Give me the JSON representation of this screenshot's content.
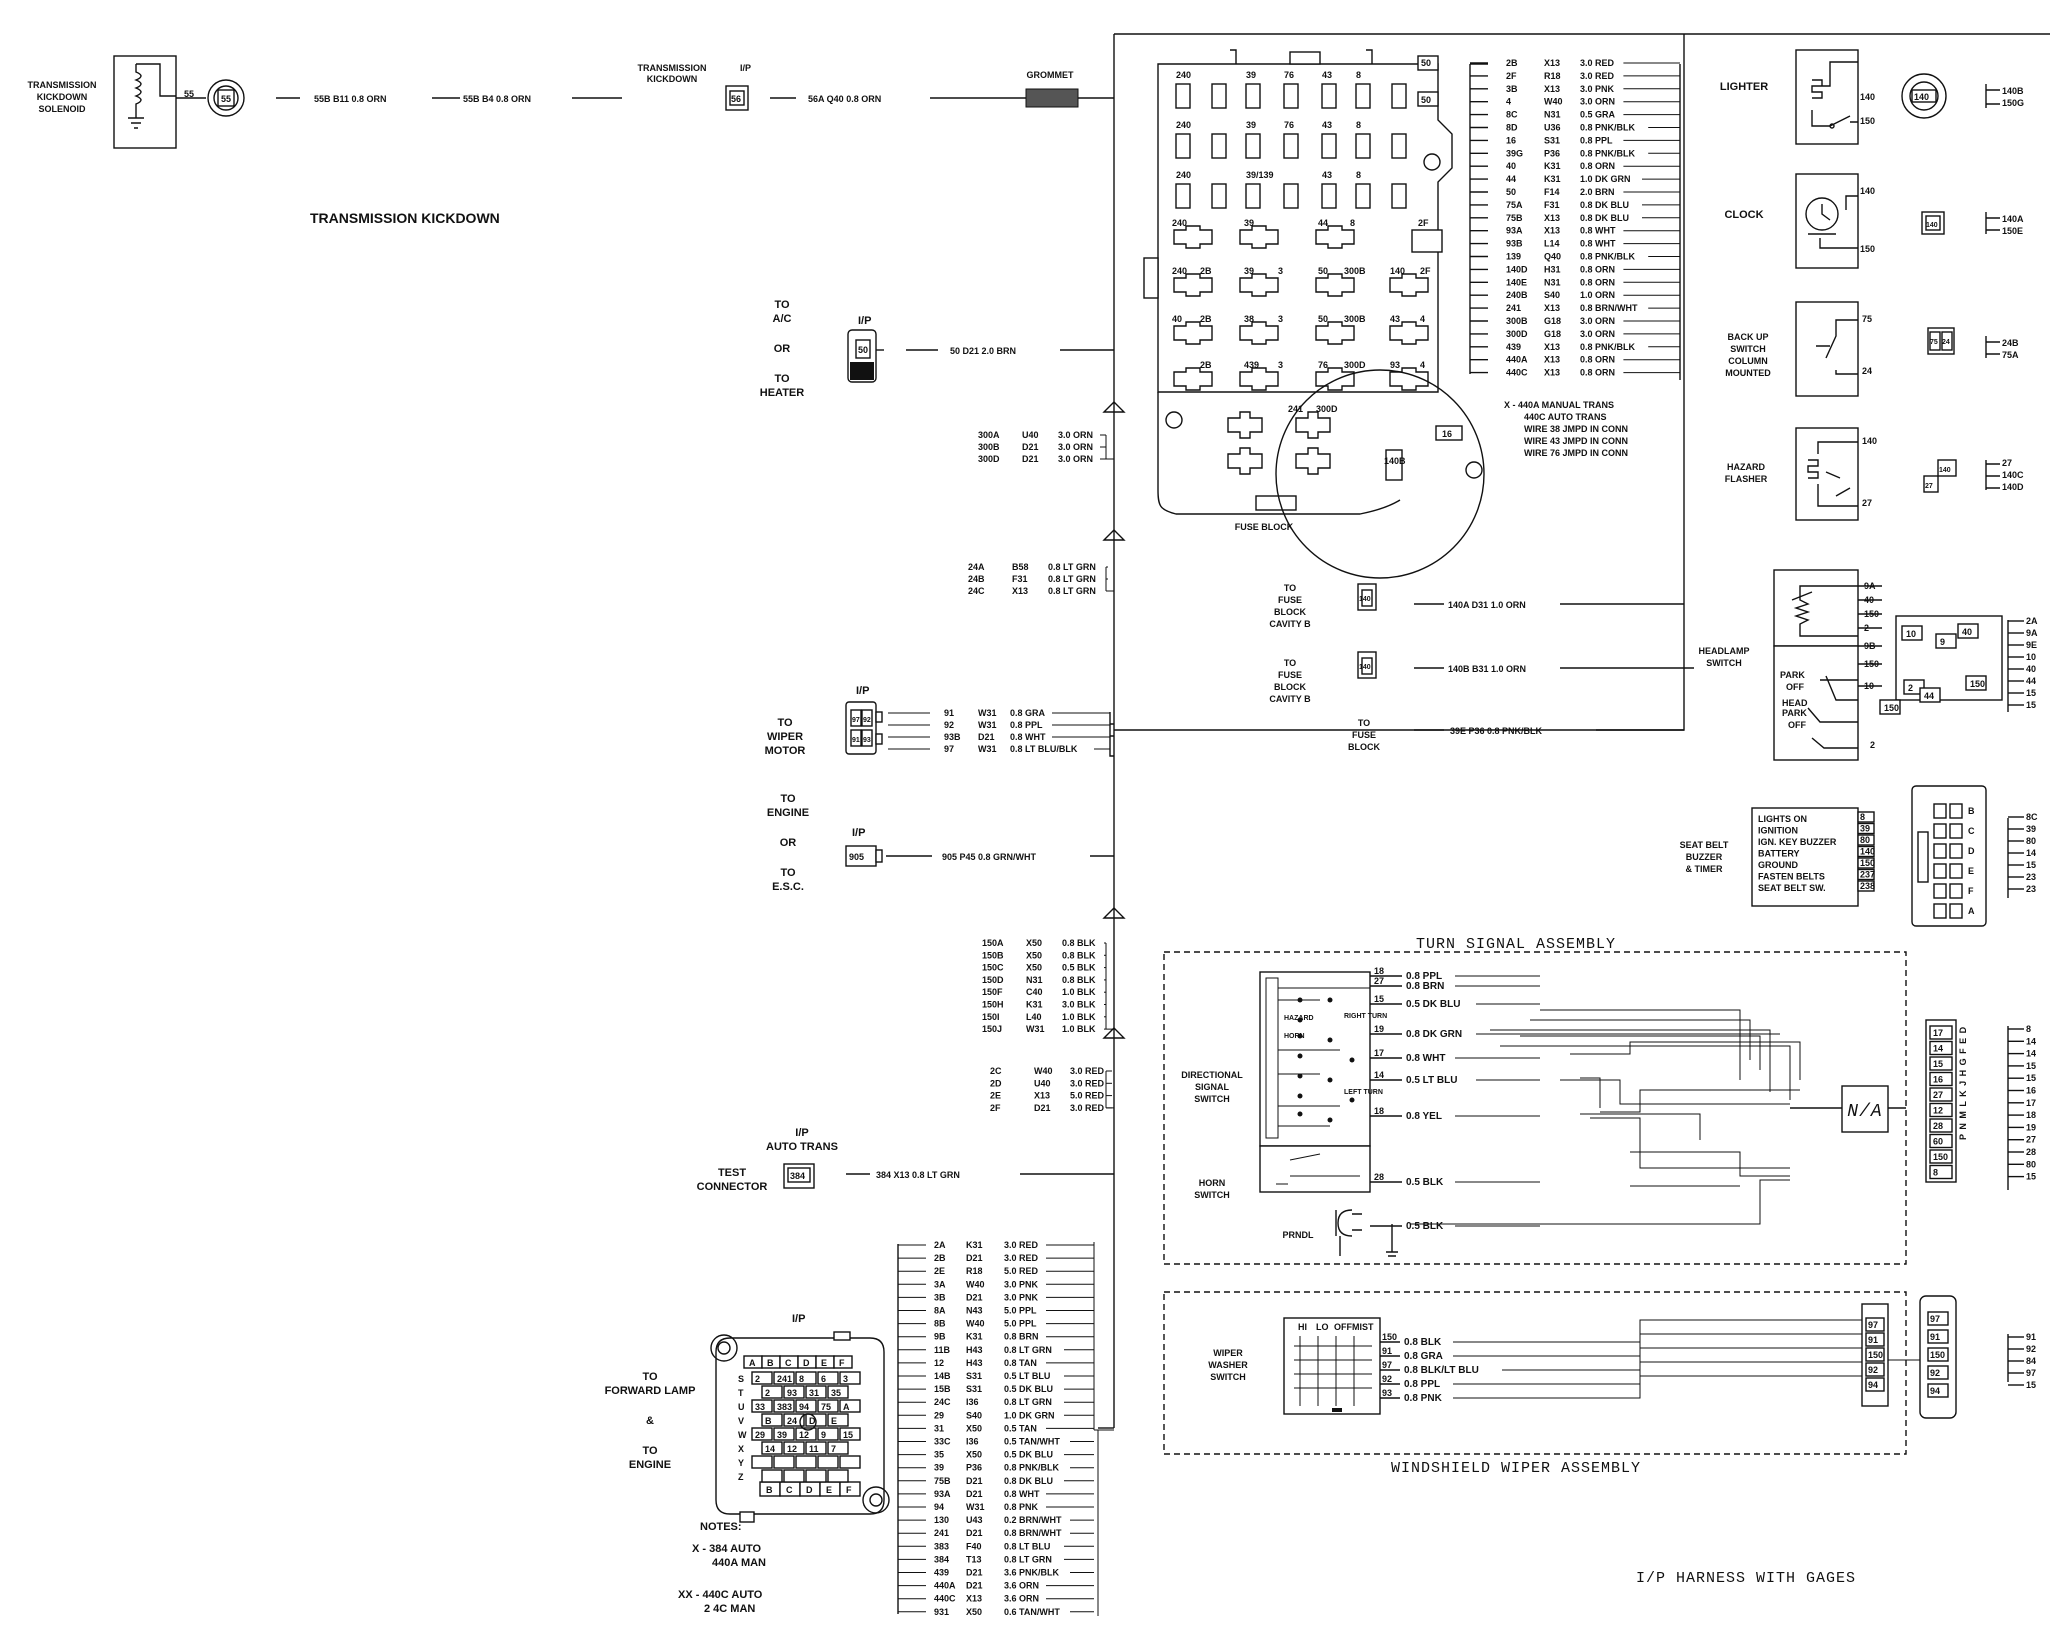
{
  "trans_kickdown": {
    "solenoid_label": [
      "TRANSMISSION",
      "KICKDOWN",
      "SOLENOID"
    ],
    "pin_55": "55",
    "conn_55b": "55",
    "wire1": "55B   B11   0.8 ORN",
    "wire2": "55B   B4   0.8 ORN",
    "ip_label": "I/P",
    "tk_label": [
      "TRANSMISSION",
      "KICKDOWN"
    ],
    "conn_56": "56",
    "wire3": "56A   Q40   0.8 ORN",
    "grommet": "GROMMET",
    "title": "TRANSMISSION KICKDOWN"
  },
  "fuse_block": {
    "label": "FUSE BLOCK",
    "row1": [
      "240",
      "39",
      "76",
      "43",
      "8"
    ],
    "row2": [
      "240",
      "39",
      "76",
      "43",
      "8"
    ],
    "row3": [
      "240",
      "39/139",
      "43",
      "8"
    ],
    "row4": [
      "240",
      "39",
      "44",
      "8",
      "2F"
    ],
    "row5": [
      "240",
      "2B",
      "39",
      "3",
      "50",
      "300B",
      "140",
      "2F"
    ],
    "row6": [
      "40",
      "2B",
      "38",
      "3",
      "50",
      "300B",
      "43",
      "4"
    ],
    "row7": [
      "",
      "2B",
      "439",
      "3",
      "76",
      "300D",
      "93",
      "4"
    ],
    "side": [
      "50",
      "50"
    ],
    "lower": [
      "241",
      "300D",
      "16",
      "140B"
    ],
    "note": [
      "X - 440A MANUAL TRANS",
      "440C AUTO TRANS",
      "WIRE 38 JMPD IN CONN",
      "WIRE 43 JMPD IN CONN",
      "WIRE 76 JMPD IN CONN"
    ]
  },
  "fuse_wires": [
    [
      "2B",
      "X13",
      "3.0 RED"
    ],
    [
      "2F",
      "R18",
      "3.0 RED"
    ],
    [
      "3B",
      "X13",
      "3.0 PNK"
    ],
    [
      "4",
      "W40",
      "3.0 ORN"
    ],
    [
      "8C",
      "N31",
      "0.5 GRA"
    ],
    [
      "8D",
      "U36",
      "0.8 PNK/BLK"
    ],
    [
      "16",
      "S31",
      "0.8 PPL"
    ],
    [
      "39G",
      "P36",
      "0.8 PNK/BLK"
    ],
    [
      "40",
      "K31",
      "0.8 ORN"
    ],
    [
      "44",
      "K31",
      "1.0 DK GRN"
    ],
    [
      "50",
      "F14",
      "2.0 BRN"
    ],
    [
      "75A",
      "F31",
      "0.8 DK BLU"
    ],
    [
      "75B",
      "X13",
      "0.8 DK BLU"
    ],
    [
      "93A",
      "X13",
      "0.8 WHT"
    ],
    [
      "93B",
      "L14",
      "0.8 WHT"
    ],
    [
      "139",
      "Q40",
      "0.8 PNK/BLK"
    ],
    [
      "140D",
      "H31",
      "0.8 ORN"
    ],
    [
      "140E",
      "N31",
      "0.8 ORN"
    ],
    [
      "240B",
      "S40",
      "1.0 ORN"
    ],
    [
      "241",
      "X13",
      "0.8 BRN/WHT"
    ],
    [
      "300B",
      "G18",
      "3.0 ORN"
    ],
    [
      "300D",
      "G18",
      "3.0 ORN"
    ],
    [
      "439",
      "X13",
      "0.8 PNK/BLK"
    ],
    [
      "440A",
      "X13",
      "0.8 ORN"
    ],
    [
      "440C",
      "X13",
      "0.8 ORN"
    ]
  ],
  "ac_heater": {
    "labels": [
      "TO",
      "A/C",
      "OR",
      "TO",
      "HEATER"
    ],
    "ip": "I/P",
    "conn": "50",
    "wire": "50   D21   2.0 BRN"
  },
  "group_300": [
    [
      "300A",
      "U40",
      "3.0 ORN"
    ],
    [
      "300B",
      "D21",
      "3.0 ORN"
    ],
    [
      "300D",
      "D21",
      "3.0 ORN"
    ]
  ],
  "group_24": [
    [
      "24A",
      "B58",
      "0.8 LT GRN"
    ],
    [
      "24B",
      "F31",
      "0.8 LT GRN"
    ],
    [
      "24C",
      "X13",
      "0.8 LT GRN"
    ]
  ],
  "fuse_cavity": [
    {
      "label": [
        "TO",
        "FUSE",
        "BLOCK",
        "CAVITY B"
      ],
      "conn": "140",
      "wire": "140A   D31   1.0 ORN"
    },
    {
      "label": [
        "TO",
        "FUSE",
        "BLOCK",
        "CAVITY B"
      ],
      "conn": "140",
      "wire": "140B   B31   1.0 ORN"
    },
    {
      "label": [
        "TO",
        "FUSE",
        "BLOCK"
      ],
      "wire": "39E   P36   0.8 PNK/BLK"
    }
  ],
  "wiper_motor": {
    "labels": [
      "TO",
      "WIPER",
      "MOTOR"
    ],
    "ip": "I/P",
    "pins": [
      "97",
      "92",
      "91",
      "93"
    ],
    "wires": [
      [
        "91",
        "W31",
        "0.8 GRA"
      ],
      [
        "92",
        "W31",
        "0.8 PPL"
      ],
      [
        "93B",
        "D21",
        "0.8 WHT"
      ],
      [
        "97",
        "W31",
        "0.8 LT BLU/BLK"
      ]
    ]
  },
  "engine_esc": {
    "labels": [
      "TO",
      "ENGINE",
      "OR",
      "TO",
      "E.S.C."
    ],
    "ip": "I/P",
    "conn": "905",
    "wire": "905   P45   0.8 GRN/WHT"
  },
  "group_150": [
    [
      "150A",
      "X50",
      "0.8 BLK"
    ],
    [
      "150B",
      "X50",
      "0.8 BLK"
    ],
    [
      "150C",
      "X50",
      "0.5 BLK"
    ],
    [
      "150D",
      "N31",
      "0.8 BLK"
    ],
    [
      "150F",
      "C40",
      "1.0 BLK"
    ],
    [
      "150H",
      "K31",
      "3.0 BLK"
    ],
    [
      "150I",
      "L40",
      "1.0 BLK"
    ],
    [
      "150J",
      "W31",
      "1.0 BLK"
    ]
  ],
  "group_2": [
    [
      "2C",
      "W40",
      "3.0 RED"
    ],
    [
      "2D",
      "U40",
      "3.0 RED"
    ],
    [
      "2E",
      "X13",
      "5.0 RED"
    ],
    [
      "2F",
      "D21",
      "3.0 RED"
    ]
  ],
  "test_connector": {
    "labels": [
      "I/P",
      "AUTO TRANS",
      "TEST",
      "CONNECTOR"
    ],
    "conn": "384",
    "wire": "384   X13   0.8 LT GRN"
  },
  "forward_lamp": {
    "labels": [
      "TO",
      "FORWARD LAMP",
      "&",
      "TO",
      "ENGINE"
    ],
    "ip": "I/P",
    "grid_top": [
      "A",
      "B",
      "C",
      "D",
      "E",
      "F"
    ],
    "grid_bot": [
      "B",
      "C",
      "D",
      "E",
      "F"
    ],
    "cells": [
      "2",
      "241",
      "8",
      "6",
      "3",
      "2",
      "93",
      "31",
      "35",
      "33",
      "383",
      "94",
      "75",
      "A",
      "B",
      "24",
      "D",
      "E",
      "29",
      "39",
      "12",
      "9",
      "15",
      "14",
      "12",
      "11",
      "7"
    ],
    "notes_title": "NOTES:",
    "notes": [
      "X - 384 AUTO",
      "440A MAN",
      "XX - 440C AUTO",
      "2 4C MAN"
    ]
  },
  "bottom_wires": [
    [
      "2A",
      "K31",
      "3.0 RED"
    ],
    [
      "2B",
      "D21",
      "3.0 RED"
    ],
    [
      "2E",
      "R18",
      "5.0 RED"
    ],
    [
      "3A",
      "W40",
      "3.0 PNK"
    ],
    [
      "3B",
      "D21",
      "3.0 PNK"
    ],
    [
      "8A",
      "N43",
      "5.0 PPL"
    ],
    [
      "8B",
      "W40",
      "5.0 PPL"
    ],
    [
      "9B",
      "K31",
      "0.8 BRN"
    ],
    [
      "11B",
      "H43",
      "0.8 LT GRN"
    ],
    [
      "12",
      "H43",
      "0.8 TAN"
    ],
    [
      "14B",
      "S31",
      "0.5 LT BLU"
    ],
    [
      "15B",
      "S31",
      "0.5 DK BLU"
    ],
    [
      "24C",
      "I36",
      "0.8 LT GRN"
    ],
    [
      "29",
      "S40",
      "1.0 DK GRN"
    ],
    [
      "31",
      "X50",
      "0.5 TAN"
    ],
    [
      "33C",
      "I36",
      "0.5 TAN/WHT"
    ],
    [
      "35",
      "X50",
      "0.5 DK BLU"
    ],
    [
      "39",
      "P36",
      "0.8 PNK/BLK"
    ],
    [
      "75B",
      "D21",
      "0.8 DK BLU"
    ],
    [
      "93A",
      "D21",
      "0.8 WHT"
    ],
    [
      "94",
      "W31",
      "0.8 PNK"
    ],
    [
      "130",
      "U43",
      "0.2 BRN/WHT"
    ],
    [
      "241",
      "D21",
      "0.8 BRN/WHT"
    ],
    [
      "383",
      "F40",
      "0.8 LT BLU"
    ],
    [
      "384",
      "T13",
      "0.8 LT GRN"
    ],
    [
      "439",
      "D21",
      "3.6 PNK/BLK"
    ],
    [
      "440A",
      "D21",
      "3.6 ORN"
    ],
    [
      "440C",
      "X13",
      "3.6 ORN"
    ],
    [
      "931",
      "X50",
      "0.6 TAN/WHT"
    ]
  ],
  "right_col": {
    "lighter": "LIGHTER",
    "lighter_pins": [
      "140",
      "150"
    ],
    "lighter_conn": "140",
    "lighter_out": [
      "140B",
      "150G"
    ],
    "clock": "CLOCK",
    "clock_pins": [
      "140",
      "150"
    ],
    "clock_conn": "140",
    "clock_out": [
      "140A",
      "150E"
    ],
    "backup": [
      "BACK UP",
      "SWITCH",
      "COLUMN",
      "MOUNTED"
    ],
    "backup_pins": [
      "75",
      "24"
    ],
    "backup_conn": [
      "75",
      "24"
    ],
    "backup_out": [
      "24B",
      "75A"
    ],
    "hazard": [
      "HAZARD",
      "FLASHER"
    ],
    "hazard_pins": [
      "140",
      "27"
    ],
    "hazard_conn": [
      "27",
      "140"
    ],
    "hazard_out": [
      "27",
      "140C",
      "140D"
    ],
    "headlamp": [
      "HEADLAMP",
      "SWITCH"
    ],
    "headlamp_pins": [
      "9A",
      "40",
      "150",
      "2",
      "9B",
      "150",
      "10"
    ],
    "headlamp_modes": [
      "PARK",
      "OFF",
      "HEAD",
      "PARK",
      "OFF"
    ],
    "headlamp_conn": [
      "10",
      "9",
      "40",
      "2",
      "44",
      "150",
      "150"
    ],
    "headlamp_out": [
      "2A",
      "9A",
      "9E",
      "10",
      "40",
      "44",
      "15",
      "15"
    ],
    "seatbelt": [
      "SEAT BELT",
      "BUZZER",
      "& TIMER"
    ],
    "seatbelt_box": [
      "LIGHTS ON",
      "IGNITION",
      "IGN. KEY BUZZER",
      "BATTERY",
      "GROUND",
      "FASTEN BELTS",
      "SEAT BELT SW."
    ],
    "seatbelt_pins": [
      "8",
      "39",
      "80",
      "140",
      "150",
      "237",
      "238"
    ],
    "seatbelt_conn": [
      "B",
      "C",
      "D",
      "E",
      "F",
      "A"
    ],
    "seatbelt_out": [
      "8C",
      "39",
      "80",
      "14",
      "15",
      "23",
      "23"
    ]
  },
  "turn_signal": {
    "title": "TURN SIGNAL ASSEMBLY",
    "directional": [
      "DIRECTIONAL",
      "SIGNAL",
      "SWITCH"
    ],
    "horn": [
      "HORN",
      "SWITCH"
    ],
    "prndl": "PRNDL",
    "sw_labels": [
      "HAZARD",
      "HORN",
      "RIGHT TURN",
      "LEFT TURN"
    ],
    "wires": [
      [
        "18",
        "0.8 PPL"
      ],
      [
        "27",
        "0.8 BRN"
      ],
      [
        "15",
        "0.5 DK BLU"
      ],
      [
        "19",
        "0.8 DK GRN"
      ],
      [
        "17",
        "0.8 WHT"
      ],
      [
        "14",
        "0.5 LT BLU"
      ],
      [
        "18",
        "0.8 YEL"
      ],
      [
        "28",
        "0.5 BLK"
      ],
      [
        "",
        "0.5 BLK"
      ]
    ],
    "na": "N/A",
    "conn_pins": [
      "17",
      "14",
      "15",
      "16",
      "27",
      "12",
      "28",
      "60",
      "150",
      "8"
    ],
    "conn_letters": "P N M L K J H G F E D",
    "conn_out": [
      "8",
      "14",
      "14",
      "15",
      "15",
      "16",
      "17",
      "18",
      "19",
      "27",
      "28",
      "80",
      "15"
    ]
  },
  "wiper": {
    "title": "WINDSHIELD WIPER ASSEMBLY",
    "label": [
      "WIPER",
      "WASHER",
      "SWITCH"
    ],
    "modes": [
      "HI",
      "LO",
      "OFF",
      "MIST"
    ],
    "pins": [
      "150",
      "91",
      "97",
      "92",
      "93"
    ],
    "wires": [
      [
        "150",
        "0.8 BLK"
      ],
      [
        "91",
        "0.8 GRA"
      ],
      [
        "97",
        "0.8 BLK/LT BLU"
      ],
      [
        "92",
        "0.8 PPL"
      ],
      [
        "93",
        "0.8 PNK"
      ]
    ],
    "conn_pins": [
      "97",
      "91",
      "150",
      "92",
      "94"
    ],
    "conn2": [
      "97",
      "91",
      "150",
      "92",
      "94"
    ],
    "conn_out": [
      "91",
      "92",
      "84",
      "97",
      "15"
    ]
  },
  "footer": "I/P HARNESS WITH GAGES"
}
